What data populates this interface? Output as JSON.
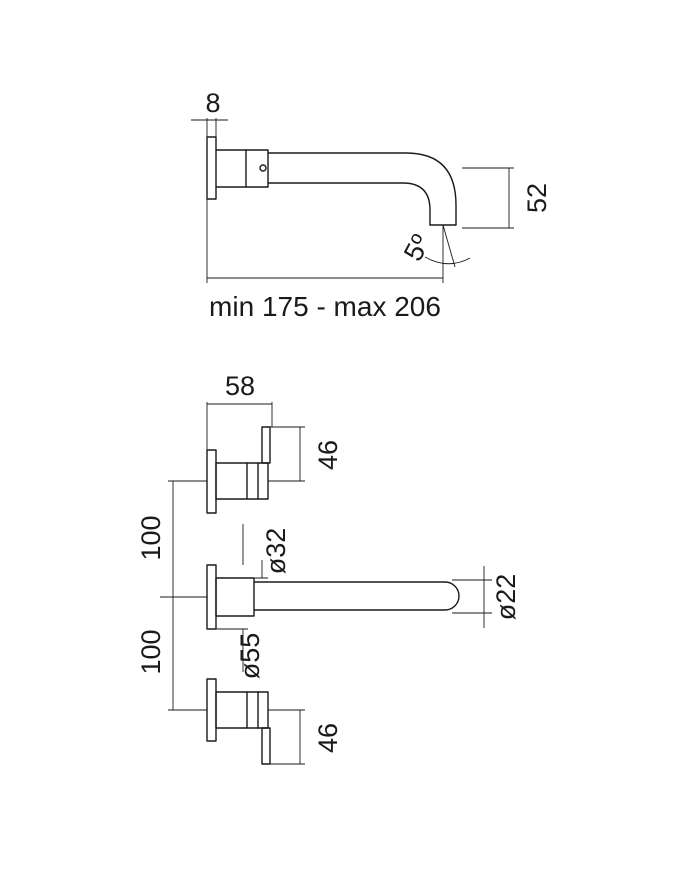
{
  "side_view": {
    "flange_thickness": "8",
    "spout_height": "52",
    "angle": "5º",
    "projection_range": "min 175 - max 206"
  },
  "front_view": {
    "handle_depth": "58",
    "top_handle_height": "46",
    "spacing_upper": "100",
    "spacing_lower": "100",
    "body_diameter": "ø32",
    "rosette_diameter": "ø55",
    "spout_diameter": "ø22",
    "bottom_handle_height": "46"
  }
}
